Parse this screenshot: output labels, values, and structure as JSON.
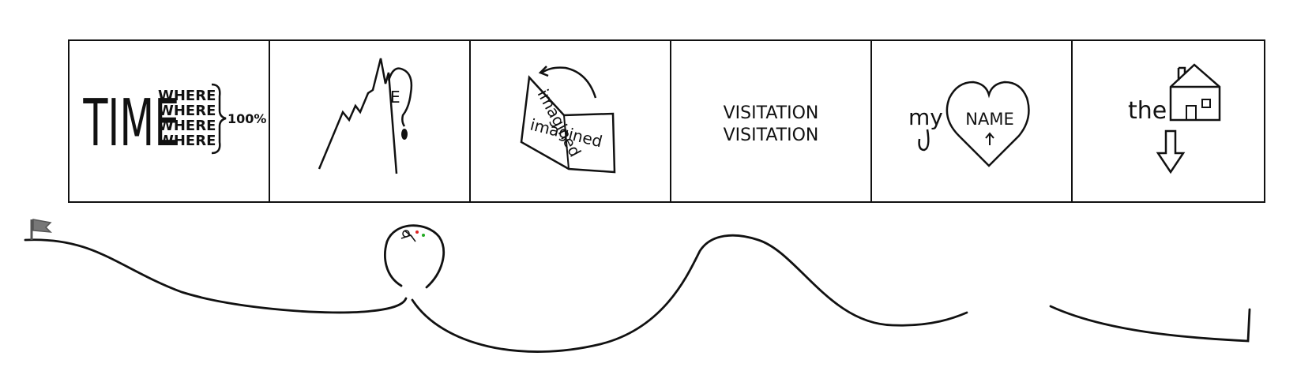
{
  "rebus": {
    "panel1": {
      "big_word": "TIME",
      "stack": [
        "WHERE",
        "WHERE",
        "WHERE",
        "WHERE"
      ],
      "percent": "100%"
    },
    "panel2": {
      "letter": "E"
    },
    "panel3": {
      "word_top": "imagined",
      "word_bottom": "imagined"
    },
    "panel4": {
      "line1": "VISITATION",
      "line2": "VISITATION"
    },
    "panel5": {
      "prefix": "my",
      "heart_text": "NAME"
    },
    "panel6": {
      "prefix": "the"
    }
  },
  "level": {
    "flag_color": "#777777",
    "line_color": "#111111"
  }
}
